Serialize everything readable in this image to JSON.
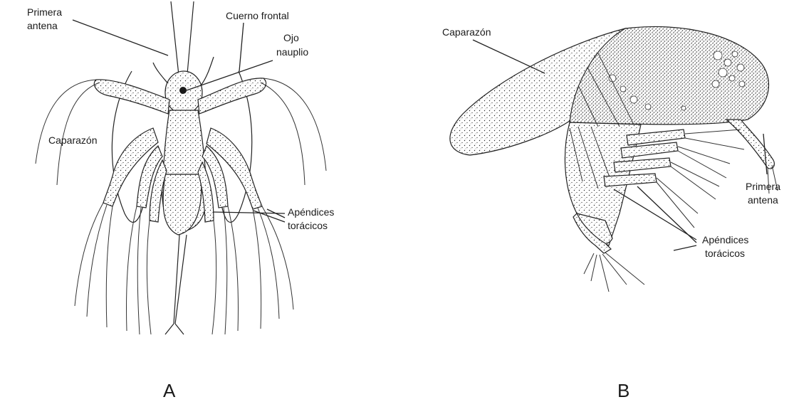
{
  "figure_a": {
    "panel_label": "A",
    "labels": {
      "primera_antena_line1": "Primera",
      "primera_antena_line2": "antena",
      "cuerno_frontal": "Cuerno frontal",
      "ojo_line1": "Ojo",
      "ojo_line2": "nauplio",
      "caparazon": "Caparazón",
      "apendices_line1": "Apéndices",
      "apendices_line2": "torácicos"
    }
  },
  "figure_b": {
    "panel_label": "B",
    "labels": {
      "caparazon": "Caparazón",
      "primera_antena_line1": "Primera",
      "primera_antena_line2": "antena",
      "apendices_line1": "Apéndices",
      "apendices_line2": "torácicos"
    }
  },
  "colors": {
    "ink": "#1a1a1a",
    "stipple": "#2b2b2b",
    "background": "#ffffff"
  }
}
